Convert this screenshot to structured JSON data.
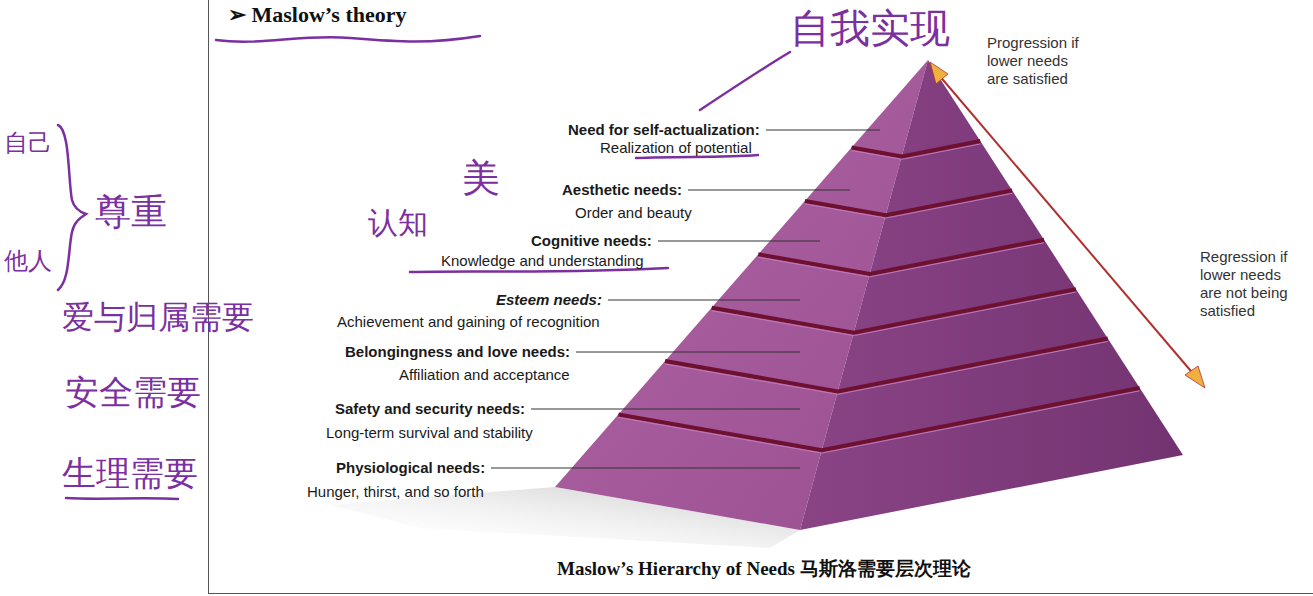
{
  "diagram": {
    "title": "➢ Maslow’s theory",
    "caption": "Maslow’s Hierarchy of Needs 马斯洛需要层次理论",
    "labels": [
      "自我实现",
      "Progression if lower needs are satisfied",
      "Need for self-actualization:",
      "Realization of potential",
      "美",
      "Aesthetic needs:",
      "Order and beauty",
      "认知",
      "Cognitive needs:",
      "Knowledge and understanding",
      "Regression if lower needs are not being satisfied",
      "自己",
      "他人",
      "尊重",
      "Esteem needs:",
      "Achievement and gaining of recognition",
      "爱与归属需要",
      "Belongingness and love needs:",
      "Affiliation and acceptance",
      "安全需要",
      "Safety and security needs:",
      "Long-term survival and stability",
      "生理需要",
      "Physiological needs:",
      "Hunger, thirst, and so forth"
    ]
  }
}
